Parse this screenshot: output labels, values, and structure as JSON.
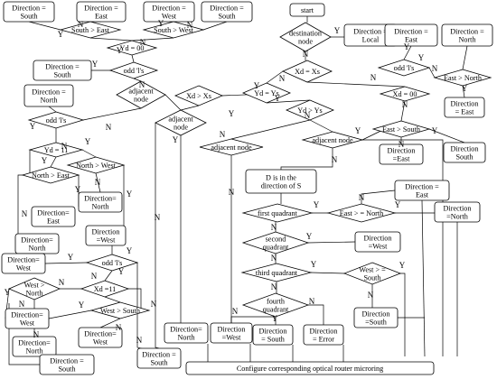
{
  "diagram": {
    "nodes": [
      {
        "id": "start",
        "text": "start"
      },
      {
        "id": "dest_node",
        "text": "destination\nnode"
      },
      {
        "id": "dir_local",
        "text": "Direction =\nLocal"
      },
      {
        "id": "xd_eq_xs",
        "text": "Xd = Xs"
      },
      {
        "id": "yd_eq_ys",
        "text": "Yd = Ys"
      },
      {
        "id": "yd_gt_ys",
        "text": "Yd > Ys"
      },
      {
        "id": "xd_gt_xs",
        "text": "Xd > Xs"
      },
      {
        "id": "adj_node_mid",
        "text": "adjacent\nnode"
      },
      {
        "id": "adj_node_center",
        "text": "adjacent node"
      },
      {
        "id": "adj_node_right",
        "text": "adjacent node"
      },
      {
        "id": "adj_node_left",
        "text": "adjacent\nnode"
      },
      {
        "id": "tl_south",
        "text": "Direction =\nSouth"
      },
      {
        "id": "tl_east",
        "text": "Direction =\nEast"
      },
      {
        "id": "tl_west",
        "text": "Direction =\nWest"
      },
      {
        "id": "tl_south2",
        "text": "Direction =\nSouth"
      },
      {
        "id": "south_gt_east",
        "text": "South > East"
      },
      {
        "id": "south_gt_west",
        "text": "South > West"
      },
      {
        "id": "yd_eq_00_top",
        "text": "Yd = 00"
      },
      {
        "id": "odd1_top",
        "text": "odd 'l's"
      },
      {
        "id": "dir_south_left",
        "text": "Direction =\nSouth"
      },
      {
        "id": "dir_north_left",
        "text": "Direction =\nNorth"
      },
      {
        "id": "odd1_left",
        "text": "odd 'l's"
      },
      {
        "id": "yd_eq_11",
        "text": "Yd = 11"
      },
      {
        "id": "north_gt_east",
        "text": "North > East"
      },
      {
        "id": "north_gt_west",
        "text": "North > West"
      },
      {
        "id": "dir_east_l",
        "text": "Direction=\nEast"
      },
      {
        "id": "dir_north_l2",
        "text": "Direction=\nNorth"
      },
      {
        "id": "dir_west_l",
        "text": "Direction\n=West"
      },
      {
        "id": "dir_north_l3",
        "text": "Direction=\nNorth"
      },
      {
        "id": "dir_west_l2",
        "text": "Direction=\nWest"
      },
      {
        "id": "odd1_low",
        "text": "odd 'l's"
      },
      {
        "id": "west_gt_north",
        "text": "West >\nNorth"
      },
      {
        "id": "xd_eq_11",
        "text": "Xd =11"
      },
      {
        "id": "west_gt_south",
        "text": "West > South"
      },
      {
        "id": "dir_west_l3",
        "text": "Direction=\nWest"
      },
      {
        "id": "dir_west_l4",
        "text": "Direction=\nWest"
      },
      {
        "id": "dir_north_l4",
        "text": "Direction=\nNorth"
      },
      {
        "id": "dir_south_l",
        "text": "Direction =\nSouth"
      },
      {
        "id": "dir_south_bottom",
        "text": "Direction =\nSouth"
      },
      {
        "id": "dir_north_bottom",
        "text": "Direction=\nNorth"
      },
      {
        "id": "dir_west_bottom",
        "text": "Direction\n=West"
      },
      {
        "id": "dir_south_bottom2",
        "text": "Direction\n= South"
      },
      {
        "id": "dir_error",
        "text": "Direction\n= Error"
      },
      {
        "id": "dir_east_tr",
        "text": "Direction =\nEast"
      },
      {
        "id": "dir_north_tr",
        "text": "Direction =\nNorth"
      },
      {
        "id": "odd1_right",
        "text": "odd 'l's"
      },
      {
        "id": "east_gt_north_r",
        "text": "East > North"
      },
      {
        "id": "xd_eq_00",
        "text": "Xd = 00"
      },
      {
        "id": "dir_east_r",
        "text": "Direction\n= East"
      },
      {
        "id": "east_gt_south",
        "text": "East > South"
      },
      {
        "id": "dir_east_r2",
        "text": "Direction\n=East"
      },
      {
        "id": "dir_south_r",
        "text": "Direction\nSouth"
      },
      {
        "id": "d_in_dir",
        "text": "D is in the\ndirection of S"
      },
      {
        "id": "first_q",
        "text": "first quadrant"
      },
      {
        "id": "second_q",
        "text": "second\nquadrant"
      },
      {
        "id": "third_q",
        "text": "third quadrant"
      },
      {
        "id": "fourth_q",
        "text": "fourth\nquadrant"
      },
      {
        "id": "east_ge_north",
        "text": "East > = North"
      },
      {
        "id": "dir_east_q",
        "text": "Direction =\nEast"
      },
      {
        "id": "dir_north_q",
        "text": "Direction\n=North"
      },
      {
        "id": "dir_west_q",
        "text": "Direction\n=West"
      },
      {
        "id": "west_ge_south",
        "text": "West > =\nSouth"
      },
      {
        "id": "dir_south_q",
        "text": "Direction\n=South"
      },
      {
        "id": "configure",
        "text": "Configure corresponding optical router microring"
      }
    ],
    "yes_label": "Y",
    "no_label": "N"
  }
}
